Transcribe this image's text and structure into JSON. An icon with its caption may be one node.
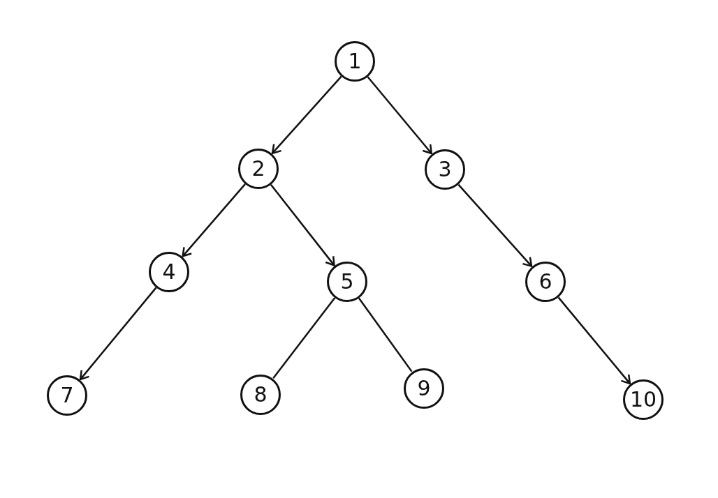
{
  "diagram": {
    "nodes": [
      {
        "text": [
          "1"
        ]
      },
      {
        "text": [
          "2"
        ]
      },
      {
        "text": [
          "3"
        ]
      },
      {
        "text": [
          "4"
        ]
      },
      {
        "text": [
          "5"
        ]
      },
      {
        "text": [
          "6"
        ]
      },
      {
        "text": [
          "7"
        ]
      },
      {
        "text": [
          "8"
        ]
      },
      {
        "text": [
          "9"
        ]
      },
      {
        "text": [
          "10"
        ]
      }
    ],
    "edges": [
      {
        "from": 0,
        "to": 1,
        "arrow": "to"
      },
      {
        "from": 0,
        "to": 2,
        "arrow": "to"
      },
      {
        "from": 1,
        "to": 3,
        "arrow": "to"
      },
      {
        "from": 1,
        "to": 4,
        "arrow": "to"
      },
      {
        "from": 2,
        "to": 5,
        "arrow": "to"
      },
      {
        "from": 3,
        "to": 6,
        "arrow": "to"
      },
      {
        "from": 4,
        "to": 7,
        "arrow": "none"
      },
      {
        "from": 4,
        "to": 8,
        "arrow": "none"
      },
      {
        "from": 5,
        "to": 9,
        "arrow": "to"
      }
    ]
  }
}
